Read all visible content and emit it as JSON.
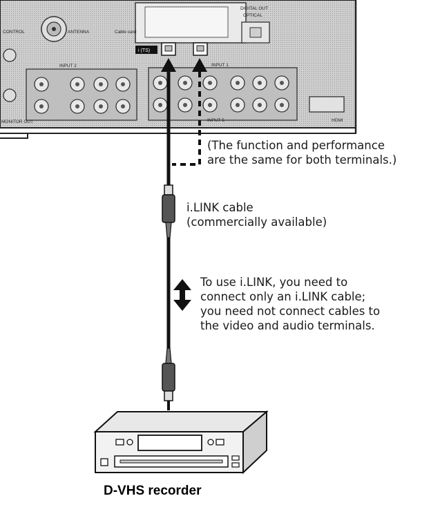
{
  "panel": {
    "labels": {
      "control": "CONTROL",
      "antenna": "ANTENNA",
      "cable_card": "Cable card",
      "digital_out": "DIGITAL OUT",
      "optical": "OPTICAL",
      "input2": "INPUT 2",
      "input1": "INPUT 1",
      "input5": "INPUT 5",
      "monitor_out": "MONITOR OUT",
      "hdmi": "HDMI",
      "ilink": "i (TS)"
    }
  },
  "annotations": {
    "both_terminals": [
      "(The function and performance",
      "are the same for both terminals.)"
    ],
    "cable": [
      "i.LINK cable",
      "(commercially available)"
    ],
    "note": [
      "To use i.LINK, you need to",
      "connect only an i.LINK cable;",
      "you need not connect cables to",
      "the video and audio terminals."
    ]
  },
  "device": {
    "name": "D-VHS recorder"
  }
}
